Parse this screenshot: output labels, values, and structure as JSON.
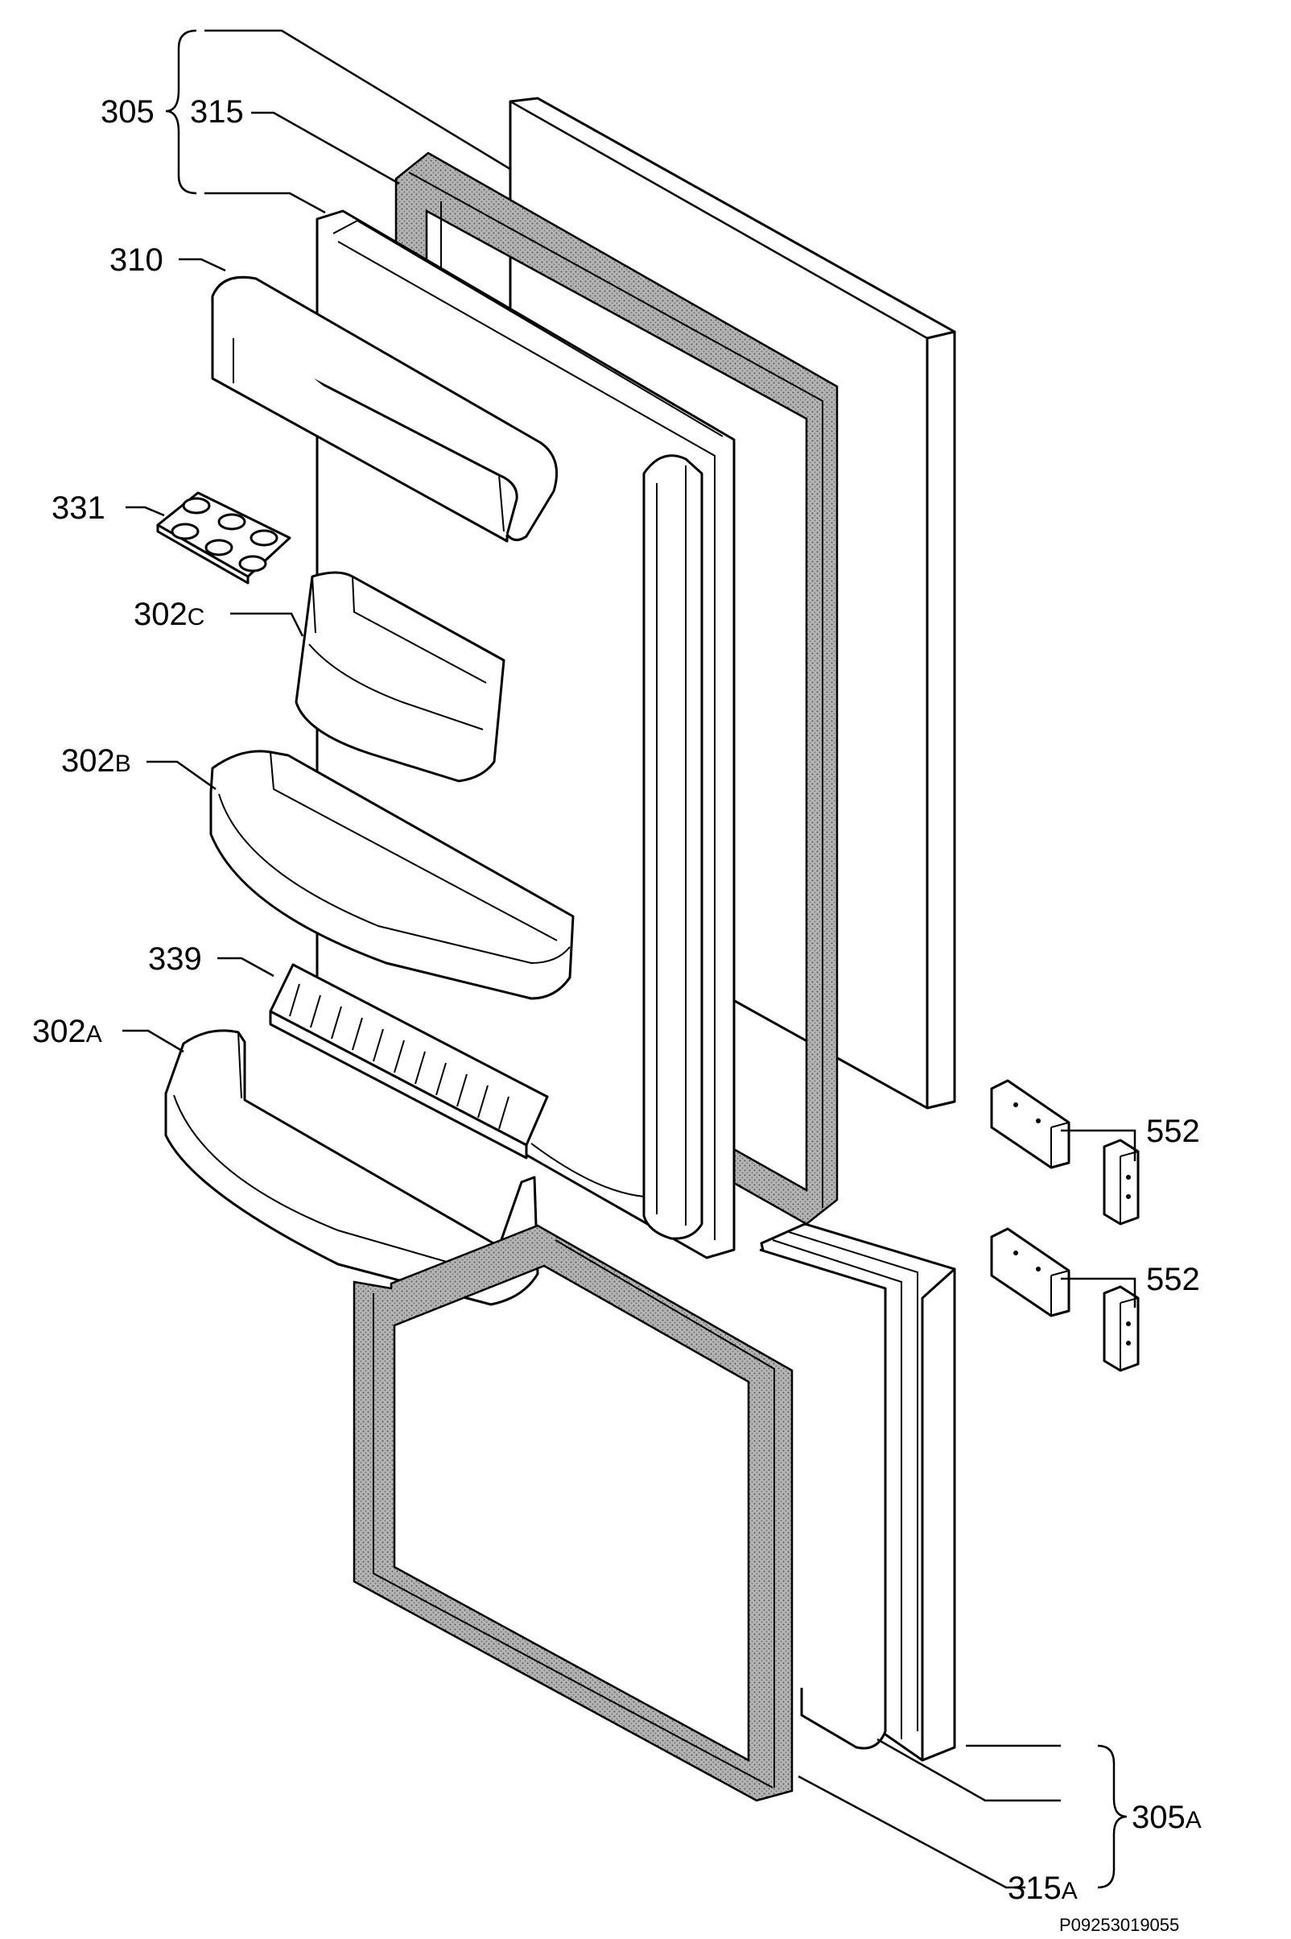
{
  "diagram": {
    "labels": {
      "p305": "305",
      "p315": "315",
      "p310": "310",
      "p331": "331",
      "p302c_main": "302",
      "p302c_sub": "C",
      "p302b_main": "302",
      "p302b_sub": "B",
      "p339": "339",
      "p302a_main": "302",
      "p302a_sub": "A",
      "p552_top": "552",
      "p552_bottom": "552",
      "p305a_main": "305",
      "p305a_sub": "A",
      "p315a_main": "315",
      "p315a_sub": "A"
    },
    "drawing_code": "P09253019055",
    "colors": {
      "line": "#000000",
      "gasket": "#9a9a9a",
      "background": "#ffffff"
    }
  }
}
